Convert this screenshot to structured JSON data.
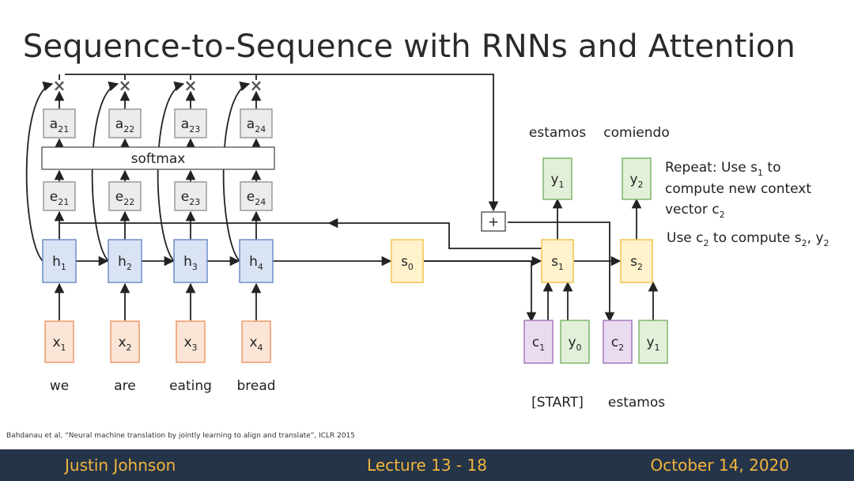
{
  "title": "Sequence-to-Sequence with RNNs and Attention",
  "colors": {
    "encoder_fill": "#dae3f3",
    "encoder_stroke": "#6e8ec7",
    "input_fill": "#fbe5d6",
    "input_stroke": "#ec9a6b",
    "state_fill": "#fff2cc",
    "state_stroke": "#f0c34a",
    "output_fill": "#e2efd9",
    "output_stroke": "#80b56b",
    "context_fill": "#eadcf0",
    "context_stroke": "#a678c0",
    "score_fill": "#ececec",
    "score_stroke": "#9a9a9a",
    "footer_bg": "#243449",
    "footer_text": "#f2b53a"
  },
  "encoder": {
    "attention_weights": [
      {
        "base": "a",
        "sub": "21"
      },
      {
        "base": "a",
        "sub": "22"
      },
      {
        "base": "a",
        "sub": "23"
      },
      {
        "base": "a",
        "sub": "24"
      }
    ],
    "softmax_label": "softmax",
    "scores": [
      {
        "base": "e",
        "sub": "21"
      },
      {
        "base": "e",
        "sub": "22"
      },
      {
        "base": "e",
        "sub": "23"
      },
      {
        "base": "e",
        "sub": "24"
      }
    ],
    "hidden": [
      {
        "base": "h",
        "sub": "1"
      },
      {
        "base": "h",
        "sub": "2"
      },
      {
        "base": "h",
        "sub": "3"
      },
      {
        "base": "h",
        "sub": "4"
      }
    ],
    "inputs": [
      {
        "base": "x",
        "sub": "1"
      },
      {
        "base": "x",
        "sub": "2"
      },
      {
        "base": "x",
        "sub": "3"
      },
      {
        "base": "x",
        "sub": "4"
      }
    ],
    "words": [
      "we",
      "are",
      "eating",
      "bread"
    ],
    "multiply_symbol": "×"
  },
  "decoder": {
    "initial_state": {
      "base": "s",
      "sub": "0"
    },
    "sum_symbol": "+",
    "states": [
      {
        "base": "s",
        "sub": "1"
      },
      {
        "base": "s",
        "sub": "2"
      }
    ],
    "outputs": [
      {
        "base": "y",
        "sub": "1"
      },
      {
        "base": "y",
        "sub": "2"
      }
    ],
    "output_words": [
      "estamos",
      "comiendo"
    ],
    "step_inputs": [
      {
        "context": {
          "base": "c",
          "sub": "1"
        },
        "prev": {
          "base": "y",
          "sub": "0"
        },
        "word": "[START]"
      },
      {
        "context": {
          "base": "c",
          "sub": "2"
        },
        "prev": {
          "base": "y",
          "sub": "1"
        },
        "word": "estamos"
      }
    ]
  },
  "notes": {
    "repeat_lines": [
      [
        {
          "t": "Repeat: Use s"
        },
        {
          "t": "1",
          "sub": true
        },
        {
          "t": " to"
        }
      ],
      [
        {
          "t": "compute new context"
        }
      ],
      [
        {
          "t": "vector c"
        },
        {
          "t": "2",
          "sub": true
        }
      ]
    ],
    "use_line": [
      {
        "t": "Use c"
      },
      {
        "t": "2",
        "sub": true
      },
      {
        "t": " to compute s"
      },
      {
        "t": "2",
        "sub": true
      },
      {
        "t": ", y"
      },
      {
        "t": "2",
        "sub": true
      }
    ]
  },
  "citation": "Bahdanau et al, “Neural machine translation by jointly learning to align and translate”, ICLR 2015",
  "footer": {
    "left": "Justin Johnson",
    "center": "Lecture 13 - 18",
    "right": "October 14, 2020"
  }
}
